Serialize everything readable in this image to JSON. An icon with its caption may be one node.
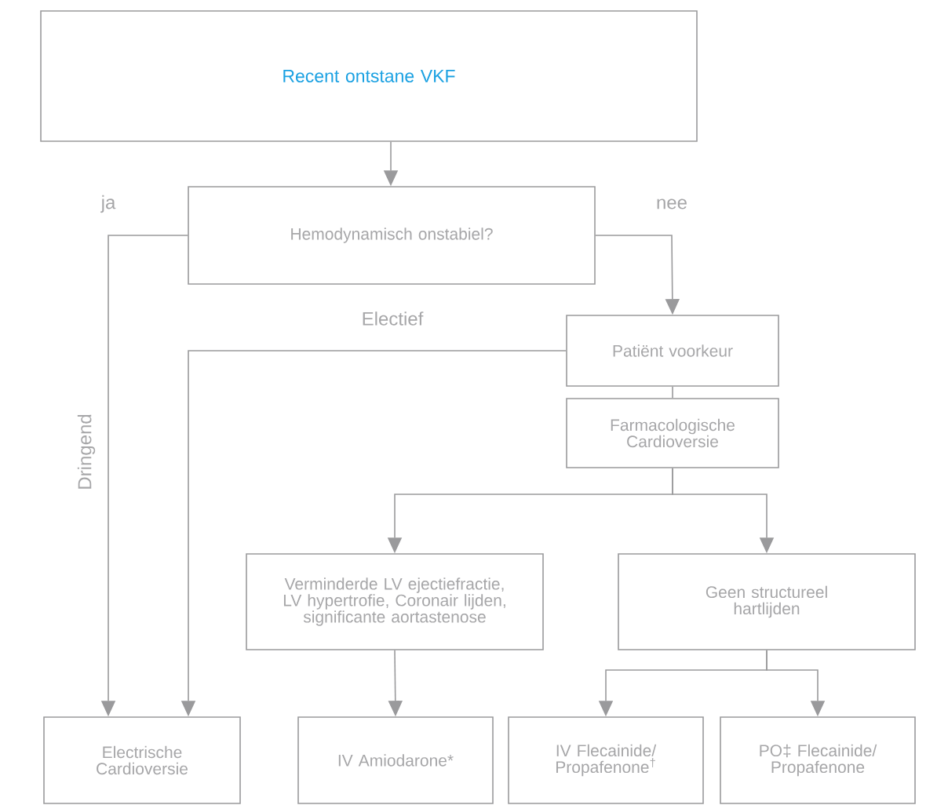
{
  "diagram": {
    "nodes": [
      {
        "text": [
          "Recent ontstane VKF"
        ]
      },
      {
        "text": [
          "Hemodynamisch onstabiel?"
        ]
      },
      {
        "text": [
          "Patiënt voorkeur"
        ]
      },
      {
        "text": [
          "Farmacologische Cardioversie"
        ]
      },
      {
        "text": [
          "Verminderde LV ejectiefractie, LV hypertrofie, Coronair lijden, significante aortastenose"
        ]
      },
      {
        "text": [
          "Geen structureel hartlijden"
        ]
      },
      {
        "text": [
          "Electrische Cardioversie"
        ]
      },
      {
        "text": [
          "IV Amiodarone*"
        ]
      },
      {
        "text": [
          "IV Flecainide/ Propafenone$^{†}$"
        ]
      },
      {
        "text": [
          "PO‡ Flecainide/ Propafenone"
        ]
      }
    ],
    "edges": [
      {
        "from": 0,
        "to": 1,
        "arrow": "to"
      },
      {
        "from": 1,
        "to": 6,
        "arrow": "to",
        "label": "ja"
      },
      {
        "from": 1,
        "to": 2,
        "arrow": "to",
        "label": "nee"
      },
      {
        "from": 2,
        "to": 6,
        "arrow": "to",
        "label": "Electief"
      },
      {
        "from": 2,
        "to": 3,
        "arrow": "none"
      },
      {
        "from": 3,
        "to": 4,
        "arrow": "to"
      },
      {
        "from": 3,
        "to": 5,
        "arrow": "to"
      },
      {
        "from": 4,
        "to": 7,
        "arrow": "to"
      },
      {
        "from": 5,
        "to": 8,
        "arrow": "to"
      },
      {
        "from": 5,
        "to": 9,
        "arrow": "to"
      }
    ],
    "labels": [
      "Dringend"
    ]
  }
}
